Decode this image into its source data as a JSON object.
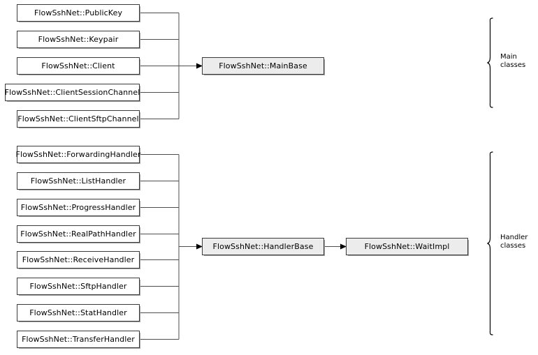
{
  "diagram": {
    "title": "FlowSshNet class inheritance diagram",
    "type": "inheritance-diagram",
    "colors": {
      "page_background": "#ffffff",
      "node_fill": "#ffffff",
      "base_node_fill": "#ececec",
      "node_border": "#3b3b3b",
      "node_shadow": "#a0a0a0",
      "edge": "#4d4d4d",
      "brace": "#000000",
      "text": "#000000"
    }
  },
  "groups": [
    {
      "id": "main",
      "label_line1": "Main",
      "label_line2": "classes",
      "derived": [
        {
          "label": "FlowSshNet::PublicKey"
        },
        {
          "label": "FlowSshNet::Keypair"
        },
        {
          "label": "FlowSshNet::Client"
        },
        {
          "label": "FlowSshNet::ClientSessionChannel"
        },
        {
          "label": "FlowSshNet::ClientSftpChannel"
        }
      ],
      "base": {
        "label": "FlowSshNet::MainBase"
      }
    },
    {
      "id": "handler",
      "label_line1": "Handler",
      "label_line2": "classes",
      "derived": [
        {
          "label": "FlowSshNet::ForwardingHandler"
        },
        {
          "label": "FlowSshNet::ListHandler"
        },
        {
          "label": "FlowSshNet::ProgressHandler"
        },
        {
          "label": "FlowSshNet::RealPathHandler"
        },
        {
          "label": "FlowSshNet::ReceiveHandler"
        },
        {
          "label": "FlowSshNet::SftpHandler"
        },
        {
          "label": "FlowSshNet::StatHandler"
        },
        {
          "label": "FlowSshNet::TransferHandler"
        }
      ],
      "base": {
        "label": "FlowSshNet::HandlerBase"
      },
      "base2": {
        "label": "FlowSshNet::WaitImpl"
      }
    }
  ]
}
